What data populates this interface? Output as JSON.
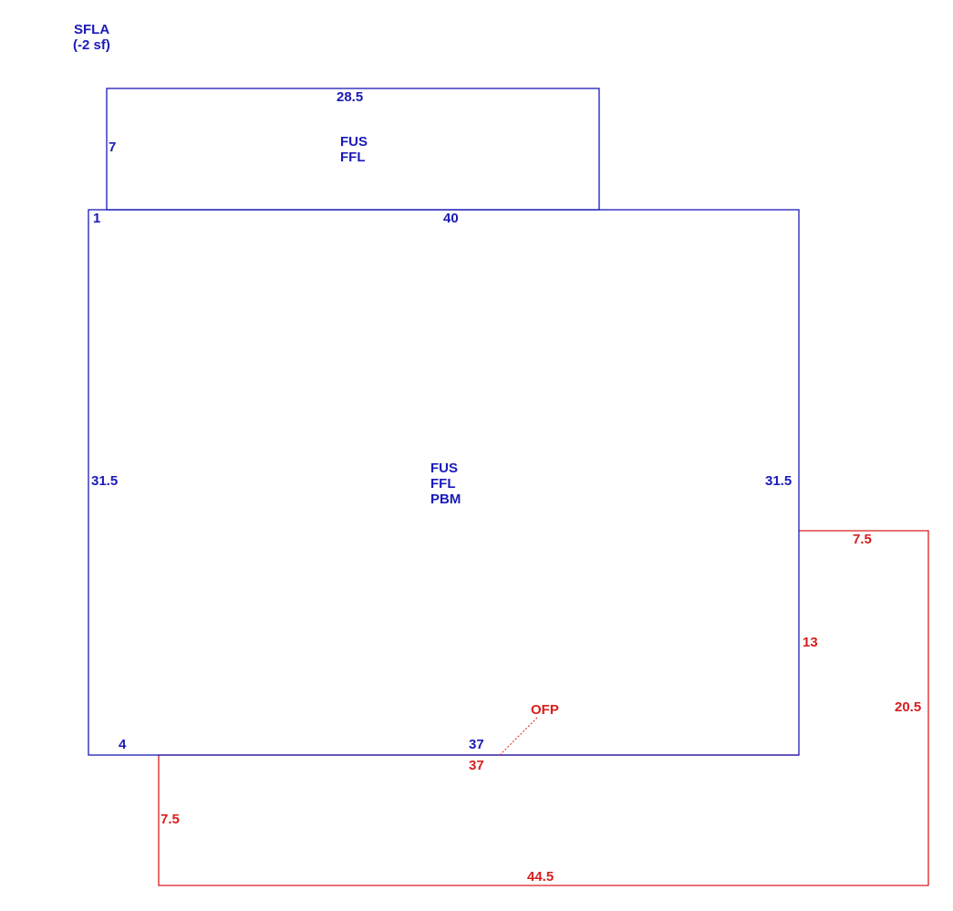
{
  "header": {
    "line1": "SFLA",
    "line2": "(-2 sf)"
  },
  "colors": {
    "living": "#1a1ab8",
    "porch": "#d81e1e"
  },
  "upper_area": {
    "codes": [
      "FUS",
      "FFL"
    ],
    "dims": {
      "top": "28.5",
      "left": "7"
    }
  },
  "main_area": {
    "codes": [
      "FUS",
      "FFL",
      "PBM"
    ],
    "dims": {
      "corner": "1",
      "top": "40",
      "left": "31.5",
      "right": "31.5",
      "bottom_left": "4",
      "bottom": "37"
    }
  },
  "porch_area": {
    "code": "OFP",
    "dims": {
      "top": "7.5",
      "step": "13",
      "right": "20.5",
      "top_main": "37",
      "left": "7.5",
      "bottom": "44.5"
    }
  }
}
